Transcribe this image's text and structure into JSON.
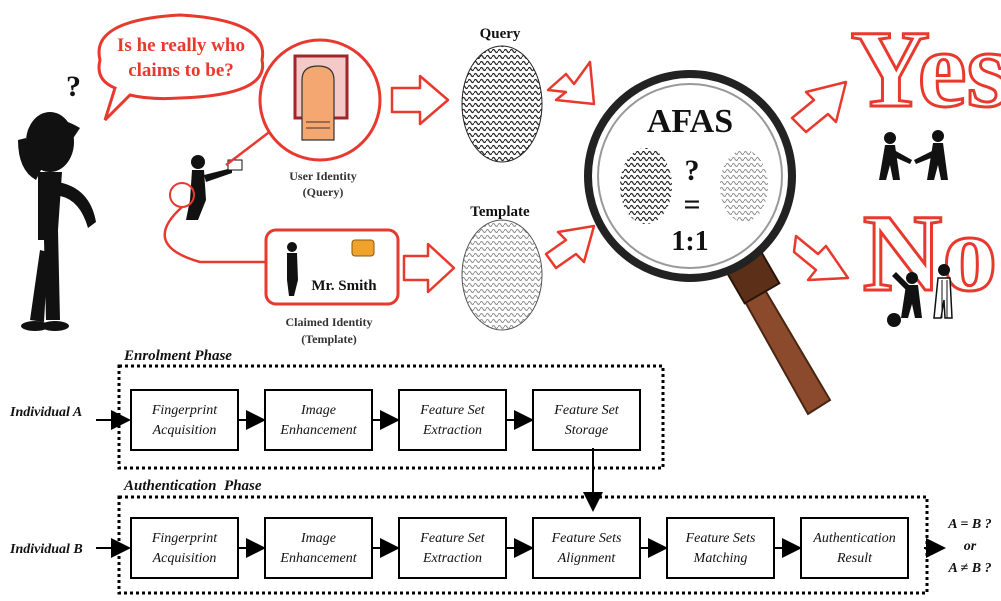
{
  "illustration": {
    "speech_bubble": [
      "Is he really who",
      "claims to be?"
    ],
    "user_identity": [
      "User Identity",
      "(Query)"
    ],
    "claimed_identity": [
      "Claimed Identity",
      "(Template)"
    ],
    "card_name": "Mr. Smith",
    "query_label": "Query",
    "template_label": "Template",
    "afas_title": "AFAS",
    "afas_question": "?",
    "afas_equals": "=",
    "afas_ratio": "1:1",
    "yes_label": "Yes",
    "no_label": "No"
  },
  "enrolment": {
    "title": "Enrolment Phase",
    "input": "Individual A",
    "steps": [
      [
        "Fingerprint",
        "Acquisition"
      ],
      [
        "Image",
        "Enhancement"
      ],
      [
        "Feature Set",
        "Extraction"
      ],
      [
        "Feature Set",
        "Storage"
      ]
    ]
  },
  "authentication": {
    "title": "Authentication  Phase",
    "input": "Individual B",
    "steps": [
      [
        "Fingerprint",
        "Acquisition"
      ],
      [
        "Image",
        "Enhancement"
      ],
      [
        "Feature Set",
        "Extraction"
      ],
      [
        "Feature Sets",
        "Alignment"
      ],
      [
        "Feature Sets",
        "Matching"
      ],
      [
        "Authentication",
        "Result"
      ]
    ],
    "output": [
      "A = B ?",
      "or",
      "A ≠ B ?"
    ]
  },
  "colors": {
    "accent_red": "#e8392e",
    "text_red": "#e8392e",
    "magnifier_handle": "#8b4a2b",
    "figure_black": "#111111"
  }
}
